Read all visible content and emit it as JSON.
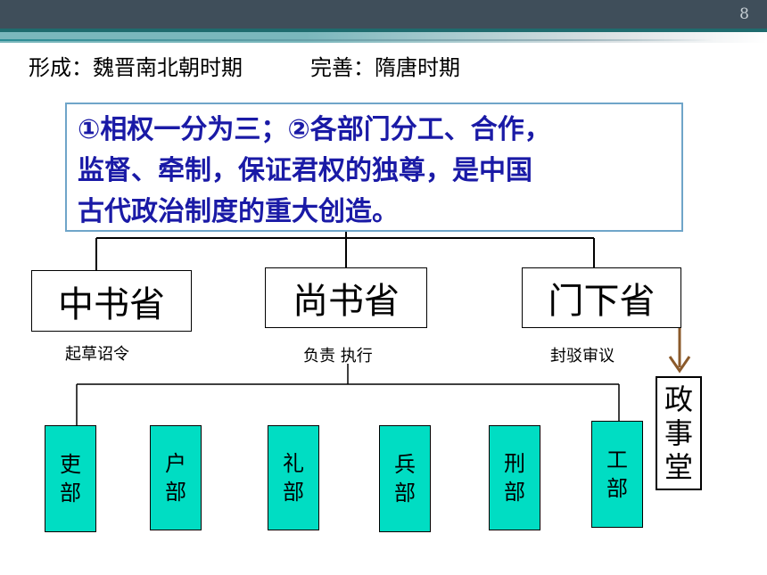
{
  "slide": {
    "number": "8"
  },
  "heading": {
    "formation": "形成：魏晋南北朝时期",
    "perfection": "完善：隋唐时期"
  },
  "summary": {
    "line1": "①相权一分为三；②各部门分工、合作，",
    "line2": "监督、牵制，保证君权的独尊，是中国",
    "line3": "古代政治制度的重大创造。"
  },
  "departments": {
    "zhongshu": {
      "name": "中书省",
      "role": "起草诏令"
    },
    "shangshu": {
      "name": "尚书省",
      "role_part1": "负责",
      "role_part2": "执行"
    },
    "menxia": {
      "name": "门下省",
      "role": "封驳审议"
    }
  },
  "ministries": [
    {
      "line1": "吏",
      "line2": "部"
    },
    {
      "line1": "户",
      "line2": "部"
    },
    {
      "line1": "礼",
      "line2": "部"
    },
    {
      "line1": "兵",
      "line2": "部"
    },
    {
      "line1": "刑",
      "line2": "部"
    },
    {
      "line1": "工",
      "line2": "部"
    }
  ],
  "zhengshitang": {
    "c1": "政",
    "c2": "事",
    "c3": "堂"
  },
  "colors": {
    "topbar": "#3f4e5a",
    "accent": "#0e7c86",
    "summary_text": "#1a1aa6",
    "summary_border": "#6fa5c9",
    "ministry_fill": "#00ddc3",
    "arrow": "#8b5a2b"
  }
}
